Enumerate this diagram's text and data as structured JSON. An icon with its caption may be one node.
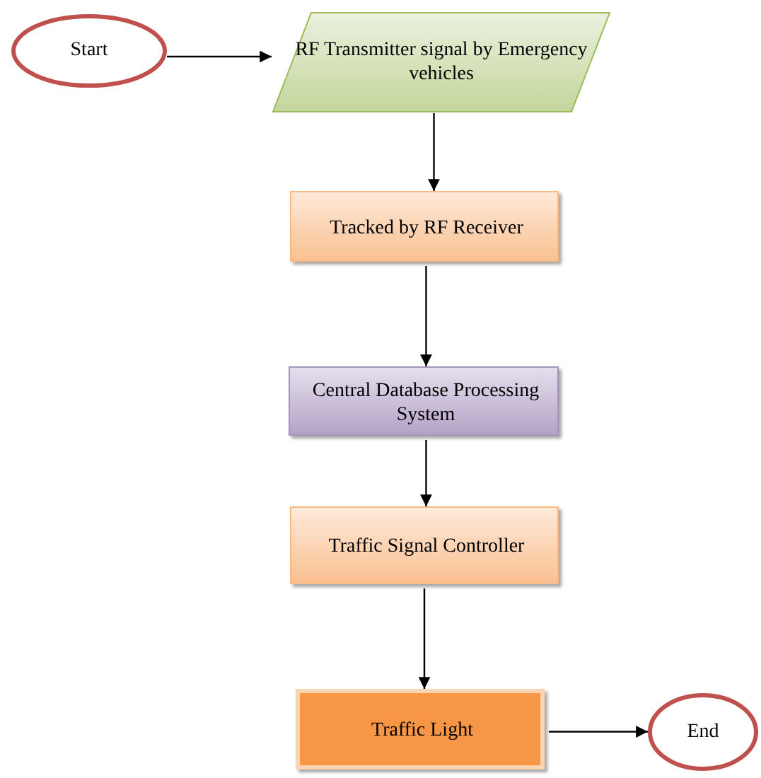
{
  "diagram": {
    "nodes": [
      {
        "text": [
          "Start"
        ]
      },
      {
        "text": [
          "RF Transmitter signal by Emergency vehicles"
        ]
      },
      {
        "text": [
          "Tracked by RF Receiver"
        ]
      },
      {
        "text": [
          "Central Database Processing System"
        ]
      },
      {
        "text": [
          "Traffic Signal Controller"
        ]
      },
      {
        "text": [
          "Traffic Light"
        ]
      },
      {
        "text": [
          "End"
        ]
      }
    ],
    "edges": [
      {
        "from": 0,
        "to": 1,
        "arrow": "to"
      },
      {
        "from": 1,
        "to": 2,
        "arrow": "to"
      },
      {
        "from": 2,
        "to": 3,
        "arrow": "to"
      },
      {
        "from": 3,
        "to": 4,
        "arrow": "to"
      },
      {
        "from": 4,
        "to": 5,
        "arrow": "to"
      },
      {
        "from": 5,
        "to": 6,
        "arrow": "to"
      }
    ]
  }
}
